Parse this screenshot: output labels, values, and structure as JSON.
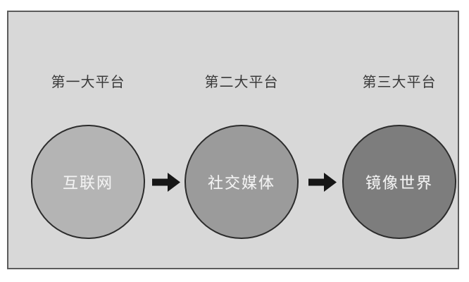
{
  "diagram": {
    "title": "three-platform-evolution",
    "stages": [
      {
        "header": "第一大平台",
        "circle_label": "互联网",
        "circle_color": "#b4b4b4"
      },
      {
        "header": "第二大平台",
        "circle_label": "社交媒体",
        "circle_color": "#9b9b9b"
      },
      {
        "header": "第三大平台",
        "circle_label": "镜像世界",
        "circle_color": "#7d7d7d"
      }
    ],
    "connectors": [
      {
        "icon": "right-arrow-icon",
        "color": "#161616"
      },
      {
        "icon": "right-arrow-icon",
        "color": "#161616"
      }
    ],
    "colors": {
      "panel_background": "#d8d8d8",
      "panel_border": "#5b5b5b",
      "circle_border": "#2c2c2c",
      "header_text": "#3a3a3a",
      "circle_text": "#f2f2f2",
      "page_background": "#ffffff"
    }
  }
}
